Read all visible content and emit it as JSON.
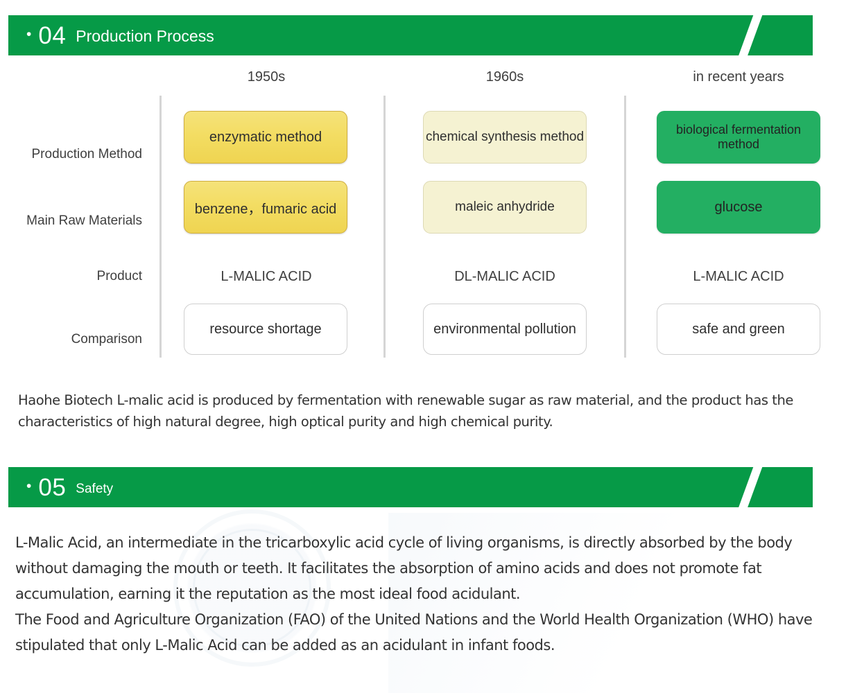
{
  "sections": [
    {
      "bullet": "•",
      "number": "04",
      "title": "Production Process",
      "accent_color": "#069a47"
    },
    {
      "bullet": "•",
      "number": "05",
      "title": "Safety",
      "accent_color": "#069a47"
    }
  ],
  "table": {
    "column_headers": [
      "1950s",
      "1960s",
      "in recent years"
    ],
    "row_labels": [
      "Production Method",
      "Main Raw Materials",
      "Product",
      "Comparison"
    ],
    "rows": {
      "production_method": [
        "enzymatic method",
        "chemical synthesis method",
        "biological fermentation method"
      ],
      "main_raw_materials": [
        "benzene，fumaric acid",
        "maleic anhydride",
        "glucose"
      ],
      "product": [
        "L-MALIC ACID",
        "DL-MALIC ACID",
        "L-MALIC ACID"
      ],
      "comparison": [
        "resource shortage",
        "environmental pollution",
        "safe and green"
      ]
    },
    "colors": {
      "column1_box": "#f3dd63",
      "column2_box": "#f5f2d2",
      "column3_box": "#23af62",
      "comparison_box": "#ffffff",
      "separator": "#d5d5d5"
    }
  },
  "intro_paragraph": "Haohe Biotech L-malic acid is produced by fermentation with renewable sugar as raw material, and the product has the characteristics of high natural degree, high optical purity and high chemical purity.",
  "safety_paragraph_lines": [
    "L-Malic Acid, an intermediate in the tricarboxylic acid cycle of living organisms, is directly absorbed by the body without damaging the mouth or teeth. It facilitates the absorption of amino acids and does not promote fat accumulation, earning it the reputation as the most ideal food acidulant.",
    "The Food and Agriculture Organization (FAO) of the United Nations and the World Health Organization (WHO) have stipulated that only L-Malic Acid can be added as an acidulant in infant foods."
  ]
}
